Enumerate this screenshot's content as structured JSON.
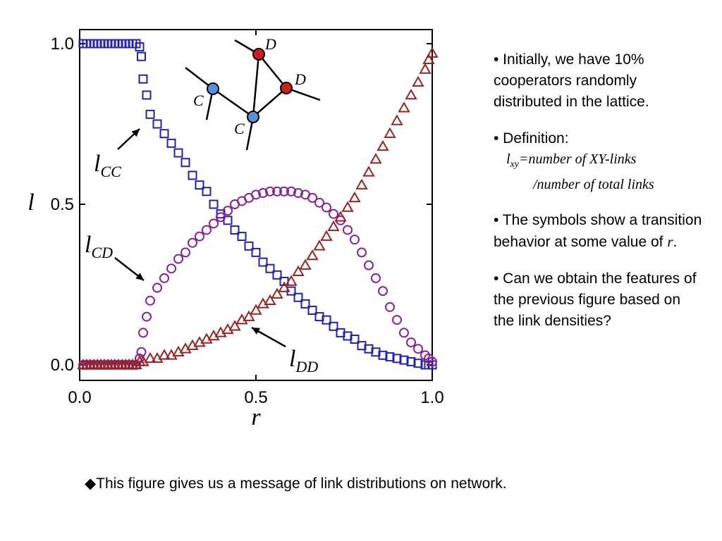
{
  "chart_data": {
    "type": "scatter",
    "xlabel": "r",
    "ylabel": "l",
    "xlim": [
      0,
      1
    ],
    "ylim": [
      0,
      1
    ],
    "xticks": [
      "0.0",
      "0.5",
      "1.0"
    ],
    "yticks": [
      "0.0",
      "0.5",
      "1.0"
    ],
    "grid": false,
    "series": [
      {
        "name": "l_CC",
        "label_main": "l",
        "label_sub": "CC",
        "marker": "square",
        "color": "#2222aa",
        "x": [
          0.01,
          0.02,
          0.03,
          0.04,
          0.05,
          0.06,
          0.07,
          0.08,
          0.09,
          0.1,
          0.11,
          0.12,
          0.13,
          0.14,
          0.15,
          0.16,
          0.17,
          0.175,
          0.18,
          0.19,
          0.2,
          0.22,
          0.24,
          0.26,
          0.28,
          0.3,
          0.32,
          0.34,
          0.36,
          0.38,
          0.4,
          0.42,
          0.44,
          0.46,
          0.48,
          0.5,
          0.52,
          0.54,
          0.56,
          0.58,
          0.6,
          0.62,
          0.64,
          0.66,
          0.68,
          0.7,
          0.72,
          0.74,
          0.76,
          0.78,
          0.8,
          0.82,
          0.84,
          0.86,
          0.88,
          0.9,
          0.92,
          0.94,
          0.96,
          0.98,
          0.99,
          1.0
        ],
        "y": [
          1.0,
          1.0,
          1.0,
          1.0,
          1.0,
          1.0,
          1.0,
          1.0,
          1.0,
          1.0,
          1.0,
          1.0,
          1.0,
          1.0,
          1.0,
          1.0,
          0.99,
          0.96,
          0.89,
          0.84,
          0.78,
          0.75,
          0.72,
          0.69,
          0.66,
          0.63,
          0.59,
          0.56,
          0.54,
          0.5,
          0.47,
          0.45,
          0.42,
          0.4,
          0.37,
          0.35,
          0.32,
          0.3,
          0.28,
          0.26,
          0.23,
          0.21,
          0.19,
          0.17,
          0.15,
          0.14,
          0.12,
          0.1,
          0.09,
          0.08,
          0.06,
          0.05,
          0.04,
          0.03,
          0.025,
          0.02,
          0.015,
          0.01,
          0.005,
          0.0,
          0.0,
          0.0
        ]
      },
      {
        "name": "l_CD",
        "label_main": "l",
        "label_sub": "CD",
        "marker": "circle",
        "color": "#882299",
        "x": [
          0.01,
          0.02,
          0.03,
          0.04,
          0.05,
          0.06,
          0.07,
          0.08,
          0.09,
          0.1,
          0.11,
          0.12,
          0.13,
          0.14,
          0.15,
          0.16,
          0.17,
          0.175,
          0.18,
          0.19,
          0.2,
          0.22,
          0.24,
          0.26,
          0.28,
          0.3,
          0.32,
          0.34,
          0.36,
          0.38,
          0.4,
          0.42,
          0.44,
          0.46,
          0.48,
          0.5,
          0.52,
          0.54,
          0.56,
          0.58,
          0.6,
          0.62,
          0.64,
          0.66,
          0.68,
          0.7,
          0.72,
          0.74,
          0.76,
          0.78,
          0.8,
          0.82,
          0.84,
          0.86,
          0.88,
          0.9,
          0.92,
          0.94,
          0.96,
          0.98,
          0.99,
          1.0
        ],
        "y": [
          0.0,
          0.0,
          0.0,
          0.0,
          0.0,
          0.0,
          0.0,
          0.0,
          0.0,
          0.0,
          0.0,
          0.0,
          0.0,
          0.0,
          0.0,
          0.0,
          0.02,
          0.04,
          0.1,
          0.15,
          0.2,
          0.24,
          0.27,
          0.3,
          0.33,
          0.35,
          0.38,
          0.4,
          0.42,
          0.44,
          0.46,
          0.48,
          0.5,
          0.51,
          0.52,
          0.53,
          0.535,
          0.54,
          0.54,
          0.54,
          0.54,
          0.535,
          0.53,
          0.52,
          0.505,
          0.49,
          0.47,
          0.45,
          0.42,
          0.39,
          0.35,
          0.31,
          0.27,
          0.23,
          0.18,
          0.14,
          0.1,
          0.07,
          0.05,
          0.03,
          0.02,
          0.01
        ]
      },
      {
        "name": "l_DD",
        "label_main": "l",
        "label_sub": "DD",
        "marker": "triangle",
        "color": "#992222",
        "x": [
          0.01,
          0.02,
          0.03,
          0.04,
          0.05,
          0.06,
          0.07,
          0.08,
          0.09,
          0.1,
          0.11,
          0.12,
          0.13,
          0.14,
          0.15,
          0.16,
          0.17,
          0.18,
          0.2,
          0.22,
          0.24,
          0.26,
          0.28,
          0.3,
          0.32,
          0.34,
          0.36,
          0.38,
          0.4,
          0.42,
          0.44,
          0.46,
          0.48,
          0.5,
          0.52,
          0.54,
          0.56,
          0.58,
          0.6,
          0.62,
          0.64,
          0.66,
          0.68,
          0.7,
          0.72,
          0.74,
          0.76,
          0.78,
          0.8,
          0.82,
          0.84,
          0.86,
          0.88,
          0.9,
          0.92,
          0.94,
          0.96,
          0.98,
          0.99,
          1.0
        ],
        "y": [
          0.0,
          0.0,
          0.0,
          0.0,
          0.0,
          0.0,
          0.0,
          0.0,
          0.0,
          0.0,
          0.0,
          0.0,
          0.0,
          0.0,
          0.0,
          0.0,
          0.01,
          0.01,
          0.02,
          0.02,
          0.03,
          0.03,
          0.04,
          0.05,
          0.06,
          0.07,
          0.08,
          0.09,
          0.1,
          0.11,
          0.12,
          0.14,
          0.15,
          0.17,
          0.19,
          0.2,
          0.22,
          0.24,
          0.26,
          0.29,
          0.31,
          0.34,
          0.37,
          0.4,
          0.43,
          0.46,
          0.49,
          0.52,
          0.56,
          0.6,
          0.64,
          0.68,
          0.72,
          0.76,
          0.8,
          0.84,
          0.88,
          0.92,
          0.95,
          0.97
        ]
      }
    ]
  },
  "inset_network": {
    "nodes": [
      {
        "label": "C",
        "color": "#5b8fd9"
      },
      {
        "label": "C",
        "color": "#5b8fd9"
      },
      {
        "label": "D",
        "color": "#cc1f1f"
      },
      {
        "label": "D",
        "color": "#cc1f1f"
      }
    ]
  },
  "bullets": {
    "b1": "• Initially, we have 10% cooperators randomly distributed in the lattice.",
    "b2_head": "• Definition:",
    "def_sym": "l",
    "def_sub": "xy",
    "def_rest": "=number of XY-links",
    "def_line2": "/number of total links",
    "b3_pre": "• The symbols show a transition behavior at some value of ",
    "b3_var": "r",
    "b3_post": ".",
    "b4": "• Can we obtain the features of the previous figure based on the link densities?"
  },
  "footer": "◆This figure gives us a message of link distributions on network."
}
